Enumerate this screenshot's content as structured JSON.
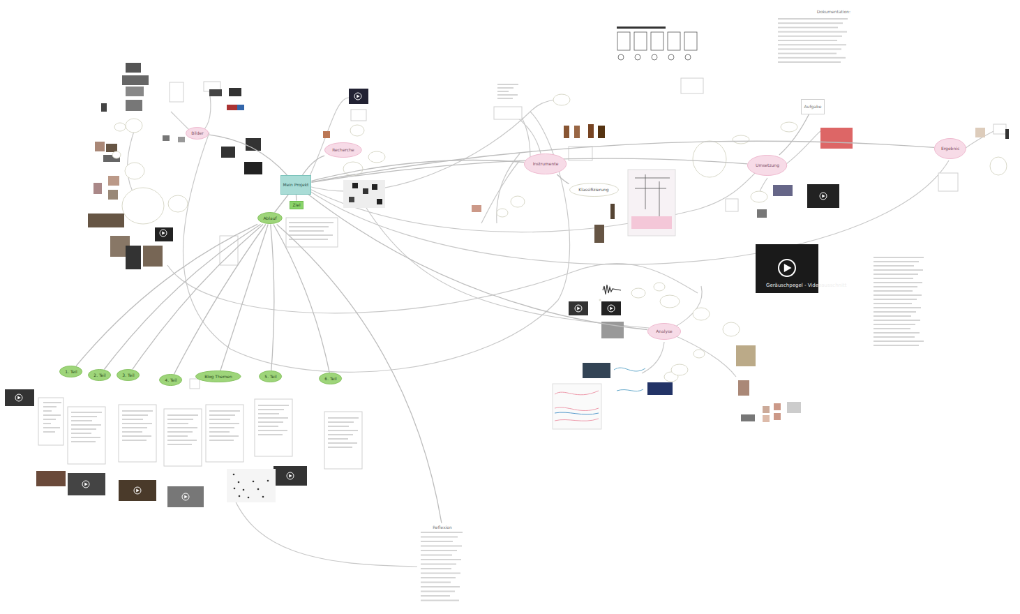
{
  "diagram": {
    "nodes": [
      {
        "text": [
          "Mein Projekt"
        ]
      },
      {
        "text": [
          "Ziel"
        ]
      },
      {
        "text": [
          "Ablauf"
        ]
      },
      {
        "text": [
          "1. Teil"
        ]
      },
      {
        "text": [
          "2. Teil"
        ]
      },
      {
        "text": [
          "3. Teil"
        ]
      },
      {
        "text": [
          "4. Teil"
        ]
      },
      {
        "text": [
          "Blog Themen"
        ]
      },
      {
        "text": [
          "5. Teil"
        ]
      },
      {
        "text": [
          "6. Teil"
        ]
      },
      {
        "text": [
          "Bilder"
        ]
      },
      {
        "text": [
          "Recherche"
        ]
      },
      {
        "text": [
          "Instrumente"
        ]
      },
      {
        "text": [
          "Klassifizierung"
        ]
      },
      {
        "text": [
          "Analyse"
        ]
      },
      {
        "text": [
          "Umsetzung"
        ]
      },
      {
        "text": [
          "Ergebnis"
        ]
      },
      {
        "text": [
          "Dokumentation:"
        ]
      },
      {
        "text": [
          "Aufgabe"
        ]
      },
      {
        "text": [
          "Reflexion"
        ]
      }
    ],
    "edges": [
      {
        "from": 0,
        "to": 1,
        "arrow": "none"
      },
      {
        "from": 0,
        "to": 2,
        "arrow": "none"
      },
      {
        "from": 0,
        "to": 10,
        "arrow": "none"
      },
      {
        "from": 0,
        "to": 11,
        "arrow": "none"
      },
      {
        "from": 0,
        "to": 12,
        "arrow": "none"
      },
      {
        "from": 0,
        "to": 14,
        "arrow": "none"
      },
      {
        "from": 0,
        "to": 15,
        "arrow": "none"
      },
      {
        "from": 0,
        "to": 16,
        "arrow": "none"
      },
      {
        "from": 12,
        "to": 13,
        "arrow": "none"
      },
      {
        "from": 2,
        "to": 3,
        "arrow": "none"
      },
      {
        "from": 2,
        "to": 4,
        "arrow": "none"
      },
      {
        "from": 2,
        "to": 5,
        "arrow": "none"
      },
      {
        "from": 2,
        "to": 6,
        "arrow": "none"
      },
      {
        "from": 2,
        "to": 7,
        "arrow": "none"
      },
      {
        "from": 2,
        "to": 8,
        "arrow": "none"
      },
      {
        "from": 2,
        "to": 9,
        "arrow": "none"
      },
      {
        "from": 2,
        "to": 19,
        "arrow": "none"
      },
      {
        "from": 15,
        "to": 18,
        "arrow": "none"
      }
    ],
    "labels": [
      "Geräuschpegel - Videoausschnitt"
    ]
  }
}
